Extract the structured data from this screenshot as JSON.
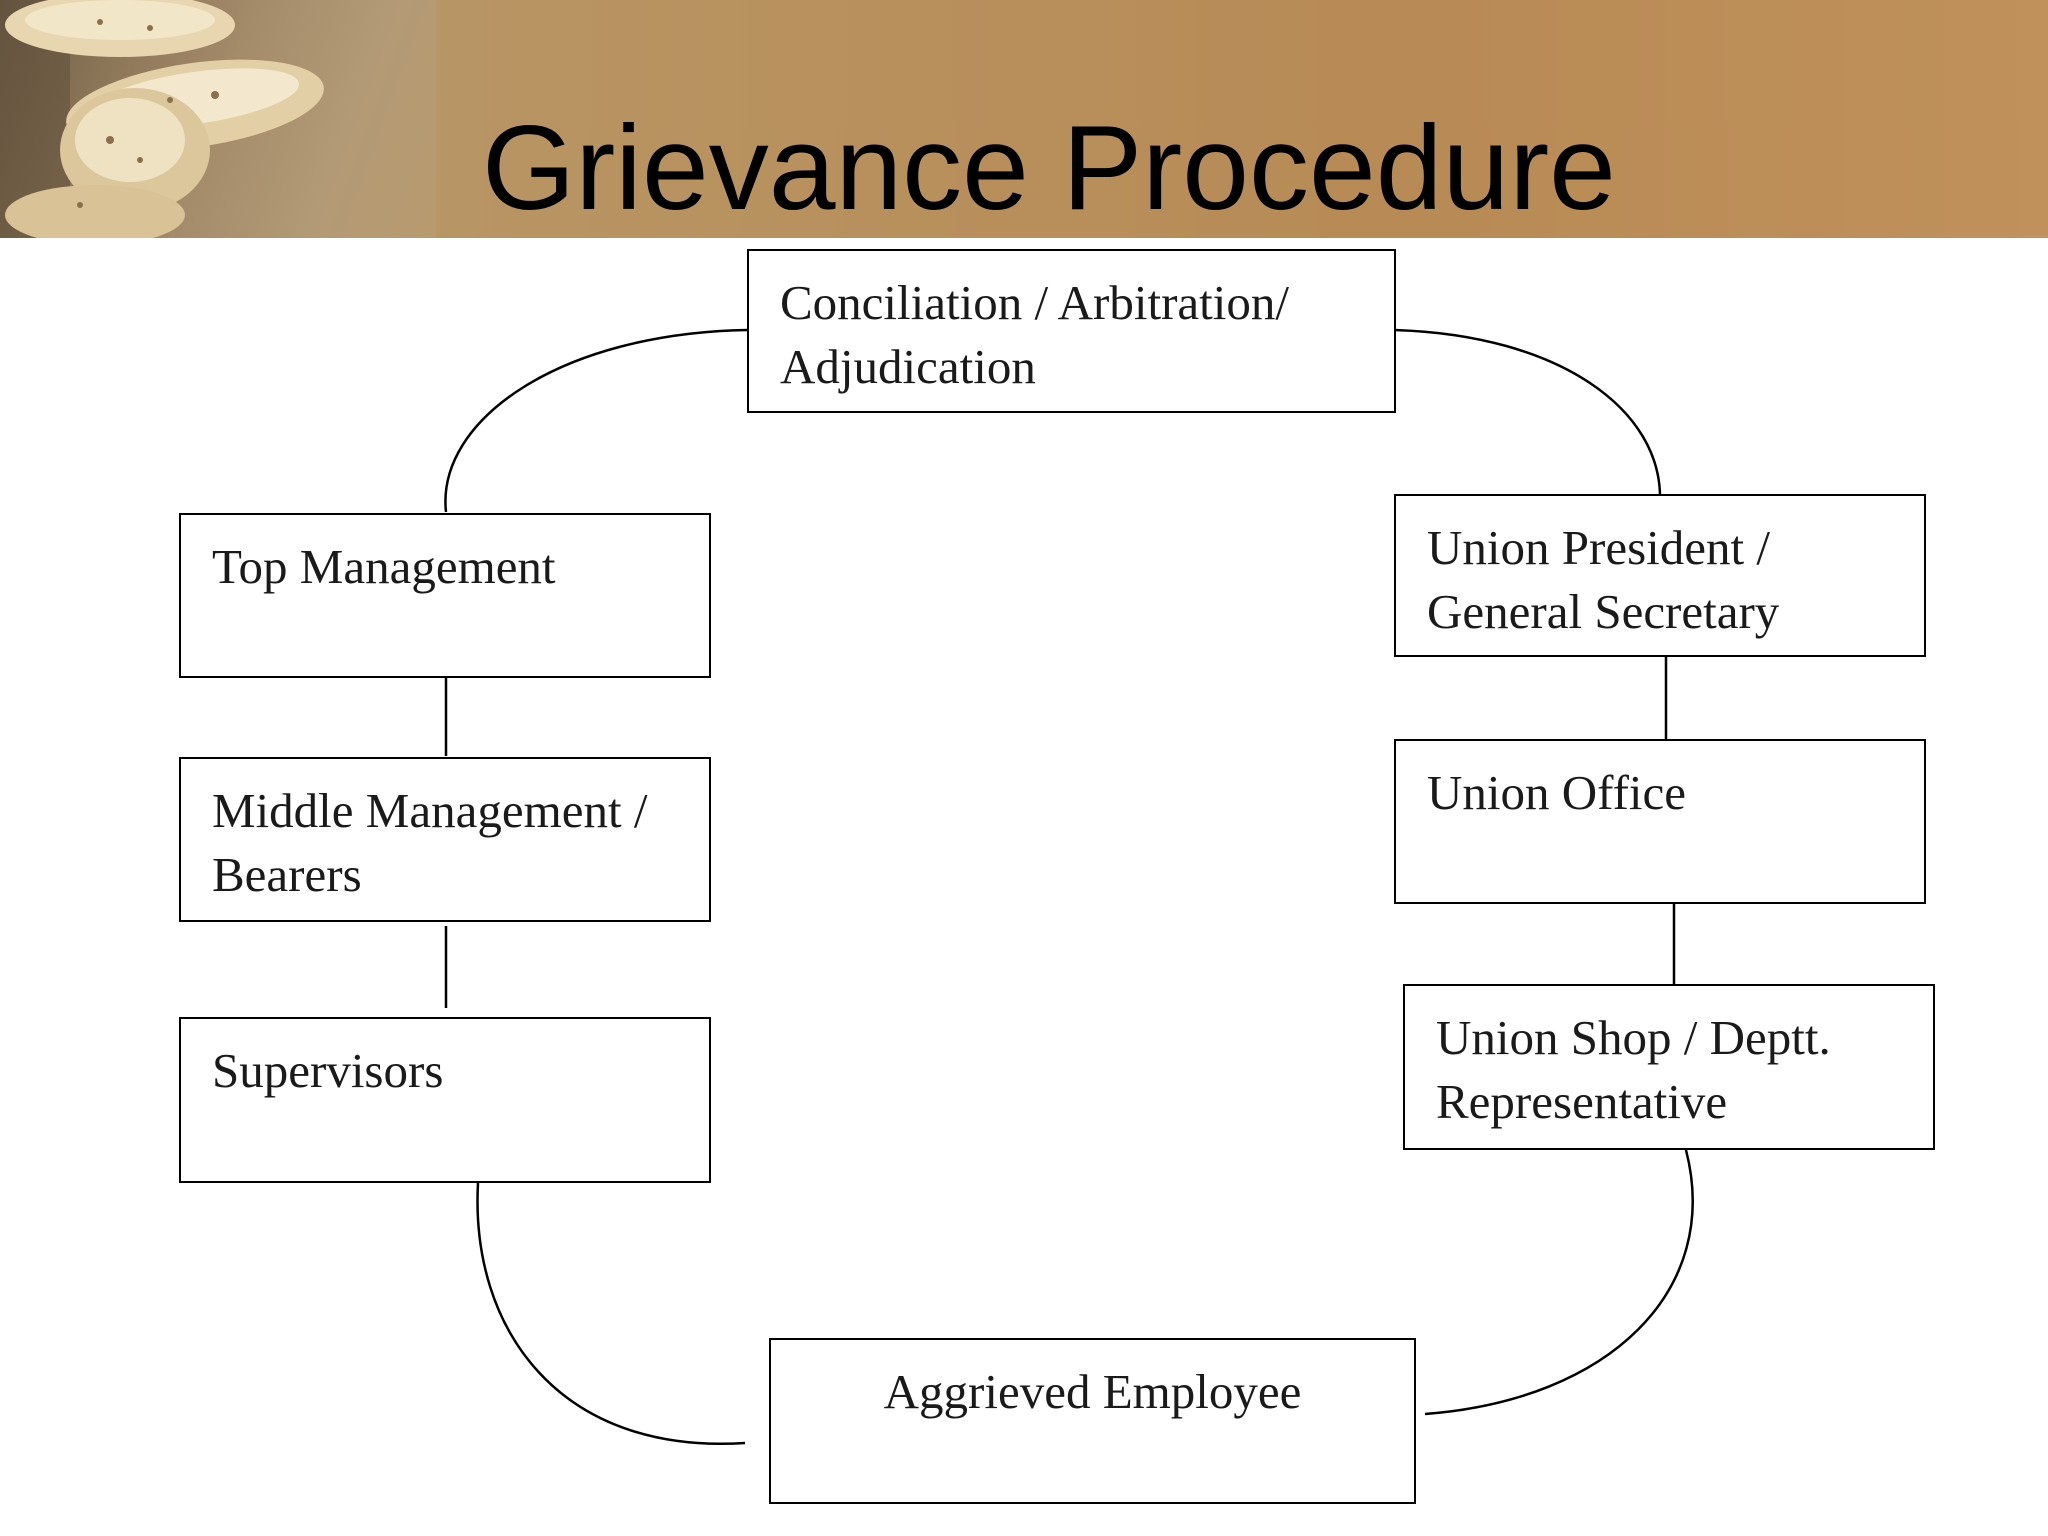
{
  "slide": {
    "title": "Grievance Procedure",
    "title_color": "#000000",
    "banner_color": "#b88d5a"
  },
  "diagram": {
    "nodes": {
      "conciliation": [
        "Conciliation / Arbitration/",
        "Adjudication"
      ],
      "top_management": [
        "Top Management"
      ],
      "middle_management": [
        "Middle Management /",
        "Bearers"
      ],
      "supervisors": [
        "Supervisors"
      ],
      "union_president": [
        "Union President /",
        "General Secretary"
      ],
      "union_office": [
        "Union Office"
      ],
      "union_shop": [
        "Union Shop / Deptt.",
        "Representative"
      ],
      "aggrieved_employee": [
        "Aggrieved Employee"
      ]
    }
  }
}
